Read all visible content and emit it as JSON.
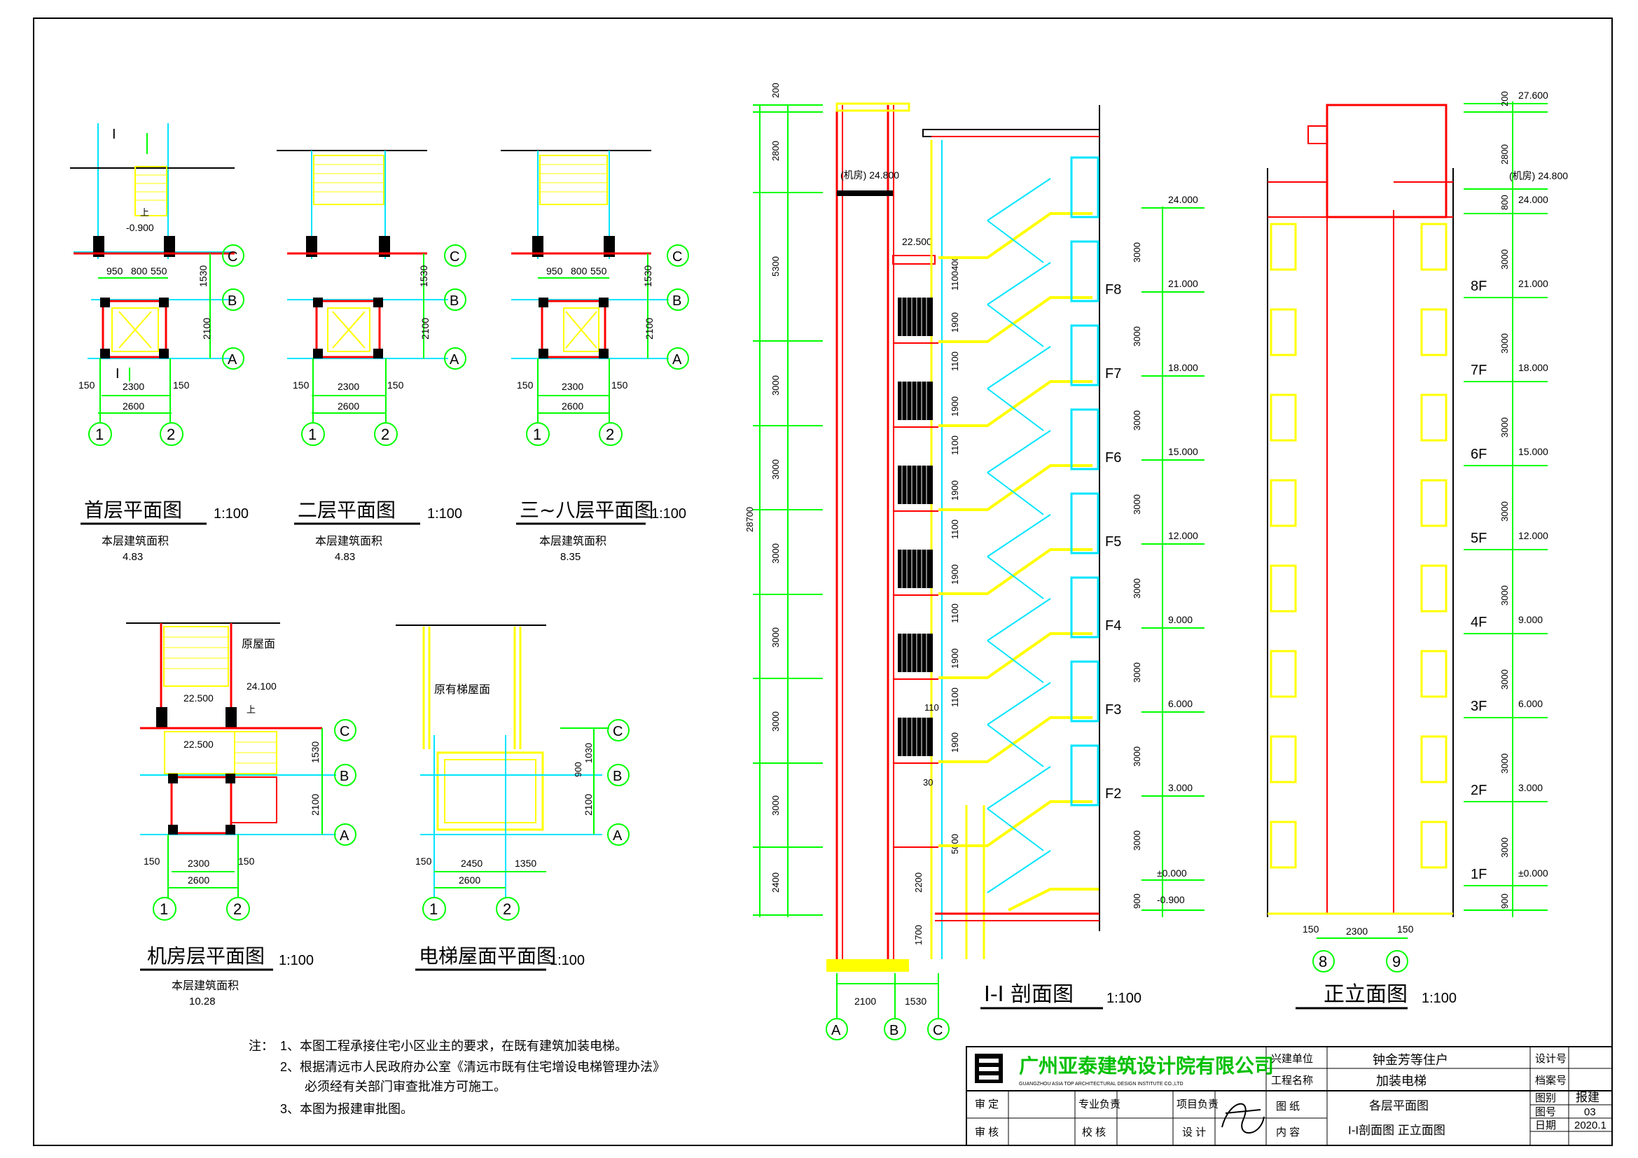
{
  "plans": {
    "p1": {
      "title": "首层平面图",
      "scale": "1:100",
      "area_label": "本层建筑面积",
      "area": "4.83",
      "dims": {
        "d950": "950",
        "d800": "800",
        "d550": "550",
        "d150a": "150",
        "d2300": "2300",
        "d150b": "150",
        "d2600": "2600",
        "d1530": "1530",
        "d2100": "2100",
        "lvl": "-0.900",
        "up": "上",
        "sec": "I"
      },
      "axes": {
        "c": "C",
        "b": "B",
        "a": "A",
        "n1": "1",
        "n2": "2"
      }
    },
    "p2": {
      "title": "二层平面图",
      "scale": "1:100",
      "area_label": "本层建筑面积",
      "area": "4.83",
      "dims": {
        "d150a": "150",
        "d2300": "2300",
        "d150b": "150",
        "d2600": "2600",
        "d1530": "1530",
        "d2100": "2100"
      },
      "axes": {
        "c": "C",
        "b": "B",
        "a": "A",
        "n1": "1",
        "n2": "2"
      }
    },
    "p3": {
      "title": "三~八层平面图",
      "scale": "1:100",
      "area_label": "本层建筑面积",
      "area": "8.35",
      "dims": {
        "d950": "950",
        "d800": "800",
        "d550": "550",
        "d150a": "150",
        "d2300": "2300",
        "d150b": "150",
        "d2600": "2600",
        "d1530": "1530",
        "d2100": "2100"
      },
      "axes": {
        "c": "C",
        "b": "B",
        "a": "A",
        "n1": "1",
        "n2": "2"
      }
    },
    "p4": {
      "title": "机房层平面图",
      "scale": "1:100",
      "area_label": "本层建筑面积",
      "area": "10.28",
      "dims": {
        "lvl1": "22.500",
        "lvl2": "22.500",
        "lvl3": "24.100",
        "roof": "原屋面",
        "up": "上",
        "d150a": "150",
        "d2300": "2300",
        "d150b": "150",
        "d2600": "2600",
        "d1530": "1530",
        "d2100": "2100"
      },
      "axes": {
        "c": "C",
        "b": "B",
        "a": "A",
        "n1": "1",
        "n2": "2"
      }
    },
    "p5": {
      "title": "电梯屋面平面图",
      "scale": "1:100",
      "roof": "原有梯屋面",
      "dims": {
        "d150": "150",
        "d2450": "2450",
        "d1350": "1350",
        "d2600": "2600",
        "d1030": "1030",
        "d900": "900",
        "d2100": "2100"
      },
      "axes": {
        "c": "C",
        "b": "B",
        "a": "A",
        "n1": "1",
        "n2": "2"
      }
    }
  },
  "section": {
    "title": "I-I 剖面图",
    "scale": "1:100",
    "left_dims": [
      "200",
      "2800",
      "5300",
      "3000",
      "3000",
      "3000",
      "3000",
      "3000",
      "3000",
      "2400"
    ],
    "total": "28700",
    "top_level": "(机房) 24.800",
    "pit_level": "22.500",
    "floors": [
      "F8",
      "F7",
      "F6",
      "F5",
      "F4",
      "F3",
      "F2"
    ],
    "right_levels": [
      "24.000",
      "21.000",
      "18.000",
      "15.000",
      "12.000",
      "9.000",
      "6.000",
      "3.000",
      "±0.000",
      "-0.900"
    ],
    "right_dims": [
      "3000",
      "3000",
      "3000",
      "3000",
      "3000",
      "3000",
      "3000",
      "3000",
      "900"
    ],
    "mid_dims": [
      "1100400",
      "1900",
      "1100",
      "1900",
      "1100",
      "1900",
      "1100",
      "1900",
      "1100",
      "1900",
      "1100",
      "1900",
      "5000",
      "2200",
      "1700"
    ],
    "small": [
      "110",
      "30"
    ],
    "bottom": {
      "d2100": "2100",
      "d1530": "1530",
      "a": "A",
      "b": "B",
      "c": "C"
    }
  },
  "elevation": {
    "title": "正立面图",
    "scale": "1:100",
    "levels": [
      "27.600",
      "(机房) 24.800",
      "24.000",
      "21.000",
      "18.000",
      "15.000",
      "12.000",
      "9.000",
      "6.000",
      "3.000",
      "±0.000"
    ],
    "floors": [
      "8F",
      "7F",
      "6F",
      "5F",
      "4F",
      "3F",
      "2F",
      "1F"
    ],
    "dims": [
      "200",
      "2800",
      "800",
      "3000",
      "3000",
      "3000",
      "3000",
      "3000",
      "3000",
      "3000",
      "3000",
      "900"
    ],
    "bottom": {
      "d150a": "150",
      "d2300": "2300",
      "d150b": "150",
      "n8": "8",
      "n9": "9"
    }
  },
  "notes": {
    "label": "注：",
    "line1": "1、本图工程承接住宅小区业主的要求，在既有建筑加装电梯。",
    "line2": "2、根据清远市人民政府办公室《清远市既有住宅增设电梯管理办法》",
    "line3": "必须经有关部门审查批准方可施工。",
    "line4": "3、本图为报建审批图。"
  },
  "titleblock": {
    "company": "广州亚泰建筑设计院有限公司",
    "company_en": "GUANGZHOU ASIA TOP ARCHITECTURAL DESIGN INSTITUTE CO.,LTD",
    "builder_label": "兴建单位",
    "builder": "钟金芳等住户",
    "project_label": "工程名称",
    "project": "加装电梯",
    "design_no_label": "设计号",
    "archive_no_label": "档案号",
    "category_label": "图别",
    "category": "报建",
    "drawing_no_label": "图号",
    "drawing_no": "03",
    "date_label": "日期",
    "date": "2020.1",
    "approve_label": "审  定",
    "specialty_label": "专业负责",
    "project_lead_label": "项目负责",
    "check_label": "审  核",
    "proof_label": "校  核",
    "design_label": "设  计",
    "content_label1": "图  纸",
    "content_label2": "内  容",
    "content1": "各层平面图",
    "content2": "I-I剖面图    正立面图"
  }
}
